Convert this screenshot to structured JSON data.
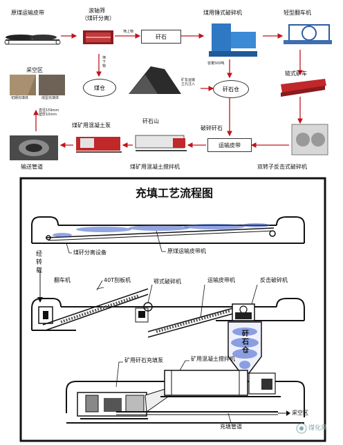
{
  "top": {
    "raw_coal_belt": "原煤运输皮带",
    "roller_screen": "滚轴筛",
    "roller_screen_sub": "（煤矸分离）",
    "oversize": "筛上物",
    "undersize": "筛\n下\n物",
    "gangue_box": "矸石",
    "coal_bunker": "煤仓",
    "hammer_crusher": "煤用锤式破碎机",
    "capacity": "容量500吨",
    "light_tipper": "轻型翻车机",
    "gangue_bin": "矸石仓",
    "truck_transport": "矿车运输\n立孔注入",
    "goaf": "采空区",
    "goaf_left_caption": "初期充填体",
    "goaf_right_caption": "成型充填体",
    "pipe_spec": "直径159mm\n壁厚10mm",
    "pump": "煤矿用混凝土泵",
    "gangue_hill": "矸石山",
    "crushed_gangue": "破碎矸石",
    "conveyor_belt": "运输皮带",
    "chain_conveyor": "链式矿车",
    "delivery_pipe": "输送管道",
    "mixer": "煤矿用混凝土搅拌机",
    "double_rotor_crusher": "双转子反击式破碎机"
  },
  "bottom": {
    "title": "充填工艺流程图",
    "separator": "煤矸分离设备",
    "raw_belt": "原煤运输皮带机",
    "shaft": "经\n转\n载",
    "tipper": "翻车机",
    "scraper": "40T刮板机",
    "jaw_crusher": "鄂式破碎机",
    "belt_conveyor": "运输皮带机",
    "impact_crusher": "反击破碎机",
    "silo": "矸\n石\n仓",
    "fill_pump": "矿用矸石充填泵",
    "mixer": "矿用混凝土搅拌机",
    "goaf": "采空区",
    "pipe": "充填管道"
  },
  "watermark": "煤化果"
}
